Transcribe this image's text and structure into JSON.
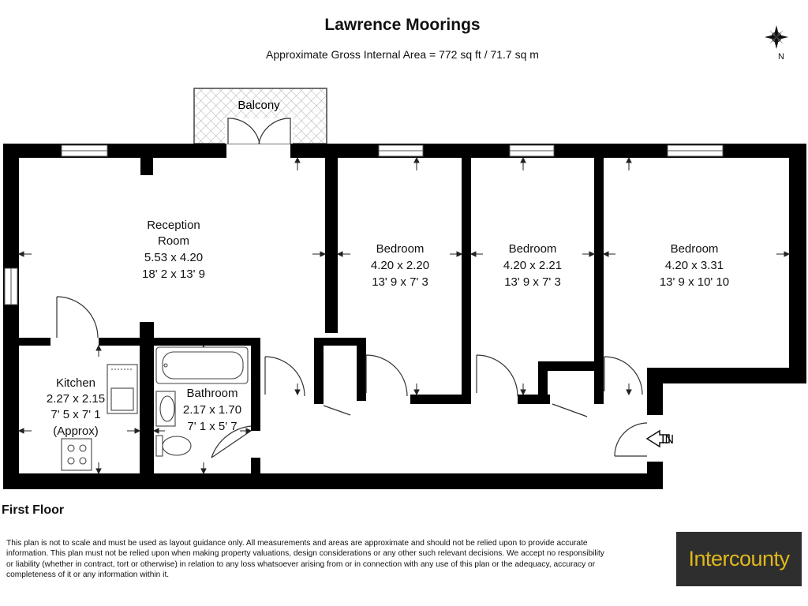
{
  "title": "Lawrence Moorings",
  "subtitle": "Approximate Gross Internal Area = 772 sq ft / 71.7 sq m",
  "compass_label": "N",
  "floor_label": "First Floor",
  "entrance_label": "IN",
  "rooms": {
    "balcony": {
      "name": "Balcony"
    },
    "reception": {
      "name_line1": "Reception",
      "name_line2": "Room",
      "metric": "5.53 x 4.20",
      "imperial": "18' 2 x 13' 9"
    },
    "bedroom1": {
      "name": "Bedroom",
      "metric": "4.20 x 2.20",
      "imperial": "13' 9 x 7' 3"
    },
    "bedroom2": {
      "name": "Bedroom",
      "metric": "4.20 x 2.21",
      "imperial": "13' 9 x 7' 3"
    },
    "bedroom3": {
      "name": "Bedroom",
      "metric": "4.20 x 3.31",
      "imperial": "13' 9 x 10' 10"
    },
    "kitchen": {
      "name": "Kitchen",
      "metric": "2.27 x 2.15",
      "imperial": "7' 5 x 7' 1",
      "note": "(Approx)"
    },
    "bathroom": {
      "name": "Bathroom",
      "metric": "2.17 x 1.70",
      "imperial": "7' 1 x 5' 7"
    }
  },
  "disclaimer": "This plan is not to scale and must be used as layout guidance only. All measurements and areas are approximate and should not be relied upon to provide accurate information. This plan must not be relied upon when making property valuations, design considerations or any other such relevant decisions. We accept no responsibility or liability (whether in contract, tort or otherwise) in relation to any loss whatsoever arising from or in connection with any use of this plan or the adequacy, accuracy or completeness of it or any information within it.",
  "logo_text": "Intercounty",
  "colors": {
    "wall": "#000000",
    "logo_bg": "#2e2e2e",
    "logo_text": "#e0b81c"
  }
}
